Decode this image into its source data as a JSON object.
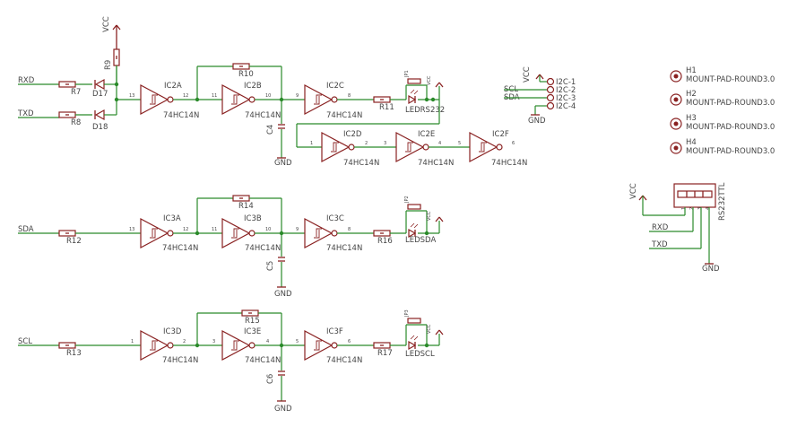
{
  "nets": {
    "rxd": "RXD",
    "txd": "TXD",
    "sda": "SDA",
    "scl": "SCL",
    "vcc": "VCC",
    "gnd": "GND"
  },
  "resistors": {
    "r7": "R7",
    "r8": "R8",
    "r9": "R9",
    "r10": "R10",
    "r11": "R11",
    "r12": "R12",
    "r13": "R13",
    "r14": "R14",
    "r15": "R15",
    "r16": "R16",
    "r17": "R17"
  },
  "diodes": {
    "d17": "D17",
    "d18": "D18"
  },
  "caps": {
    "c4": "C4",
    "c5": "C5",
    "c6": "C6"
  },
  "gates": {
    "ic2a": "IC2A",
    "ic2b": "IC2B",
    "ic2c": "IC2C",
    "ic2d": "IC2D",
    "ic2e": "IC2E",
    "ic2f": "IC2F",
    "ic3a": "IC3A",
    "ic3b": "IC3B",
    "ic3c": "IC3C",
    "ic3d": "IC3D",
    "ic3e": "IC3E",
    "ic3f": "IC3F",
    "type": "74HC14N"
  },
  "leds": {
    "ledrs232": "LEDRS232",
    "ledsda": "LEDSDA",
    "ledscl": "LEDSCL"
  },
  "jumpers": {
    "jp1": "JP1",
    "jp2": "JP2",
    "jp3": "JP3"
  },
  "i2c": {
    "p1": "I2C-1",
    "p2": "I2C-2",
    "p3": "I2C-3",
    "p4": "I2C-4"
  },
  "mounts": {
    "h1": "H1",
    "h2": "H2",
    "h3": "H3",
    "h4": "H4",
    "type": "MOUNT-PAD-ROUND3.0"
  },
  "rs232": {
    "name": "RS232TTL"
  },
  "pins": {
    "p1": "1",
    "p2": "2",
    "p3": "3",
    "p4": "4",
    "p5": "5",
    "p6": "6",
    "p8": "8",
    "p9": "9",
    "p10": "10",
    "p11": "11",
    "p12": "12",
    "p13": "13"
  },
  "colors": {
    "wire": "#2a8a2a",
    "part": "#8a2222",
    "text": "#444444"
  }
}
